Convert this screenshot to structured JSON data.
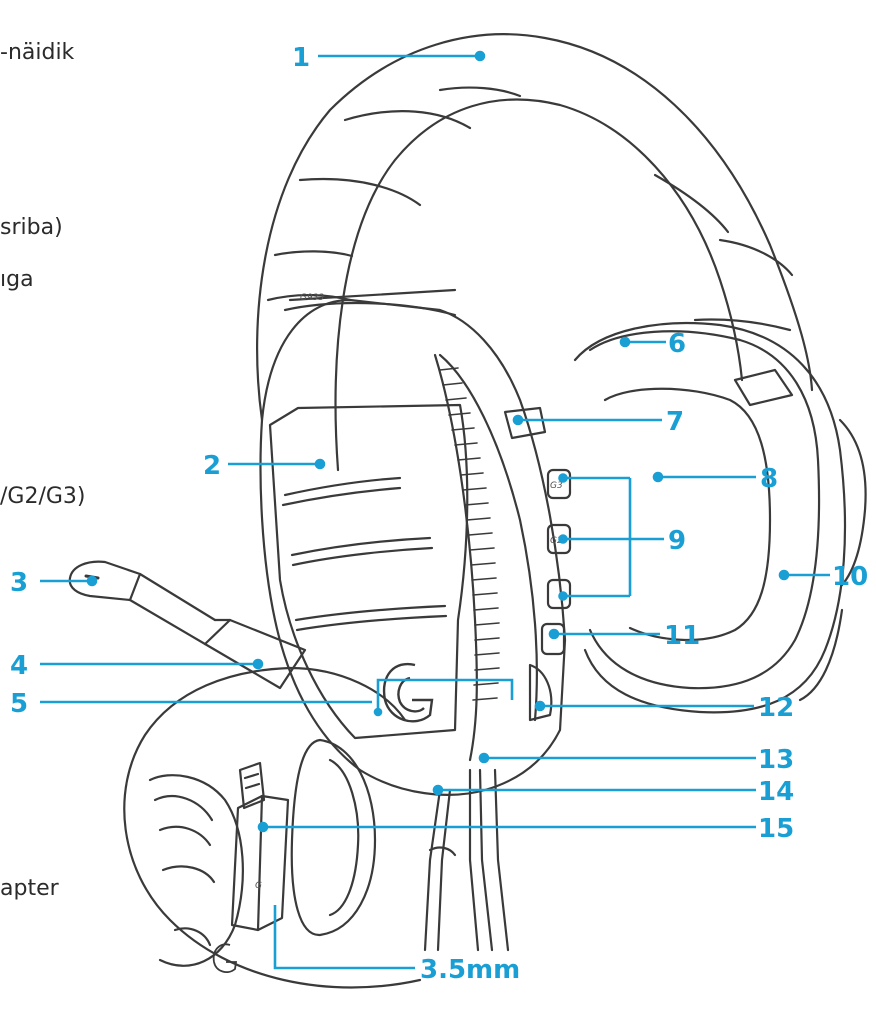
{
  "side_texts": [
    {
      "id": "line1",
      "text": "-näidik"
    },
    {
      "id": "line2",
      "text": "sriba)"
    },
    {
      "id": "line3",
      "text": "ıga"
    },
    {
      "id": "line4",
      "text": "/G2/G3)"
    },
    {
      "id": "line5",
      "text": "apter"
    }
  ],
  "callouts": [
    {
      "id": "c1",
      "label": "1"
    },
    {
      "id": "c2",
      "label": "2"
    },
    {
      "id": "c3",
      "label": "3"
    },
    {
      "id": "c4",
      "label": "4"
    },
    {
      "id": "c5",
      "label": "5"
    },
    {
      "id": "c6",
      "label": "6"
    },
    {
      "id": "c7",
      "label": "7"
    },
    {
      "id": "c8",
      "label": "8"
    },
    {
      "id": "c9",
      "label": "9"
    },
    {
      "id": "c10",
      "label": "10"
    },
    {
      "id": "c11",
      "label": "11"
    },
    {
      "id": "c12",
      "label": "12"
    },
    {
      "id": "c13",
      "label": "13"
    },
    {
      "id": "c14",
      "label": "14"
    },
    {
      "id": "c15",
      "label": "15"
    },
    {
      "id": "c35",
      "label": "3.5mm"
    }
  ],
  "product_marks": {
    "headband_model": "G933",
    "button_g3": "G3",
    "button_g2": "G2",
    "dongle_logo": "G",
    "earcup_logo": "G"
  },
  "colors": {
    "callout": "#1a9fd4",
    "outline": "#3a3a3a",
    "text": "#2b2b2b",
    "background": "#ffffff"
  },
  "icons": [
    "logitech-g-logo-icon"
  ]
}
